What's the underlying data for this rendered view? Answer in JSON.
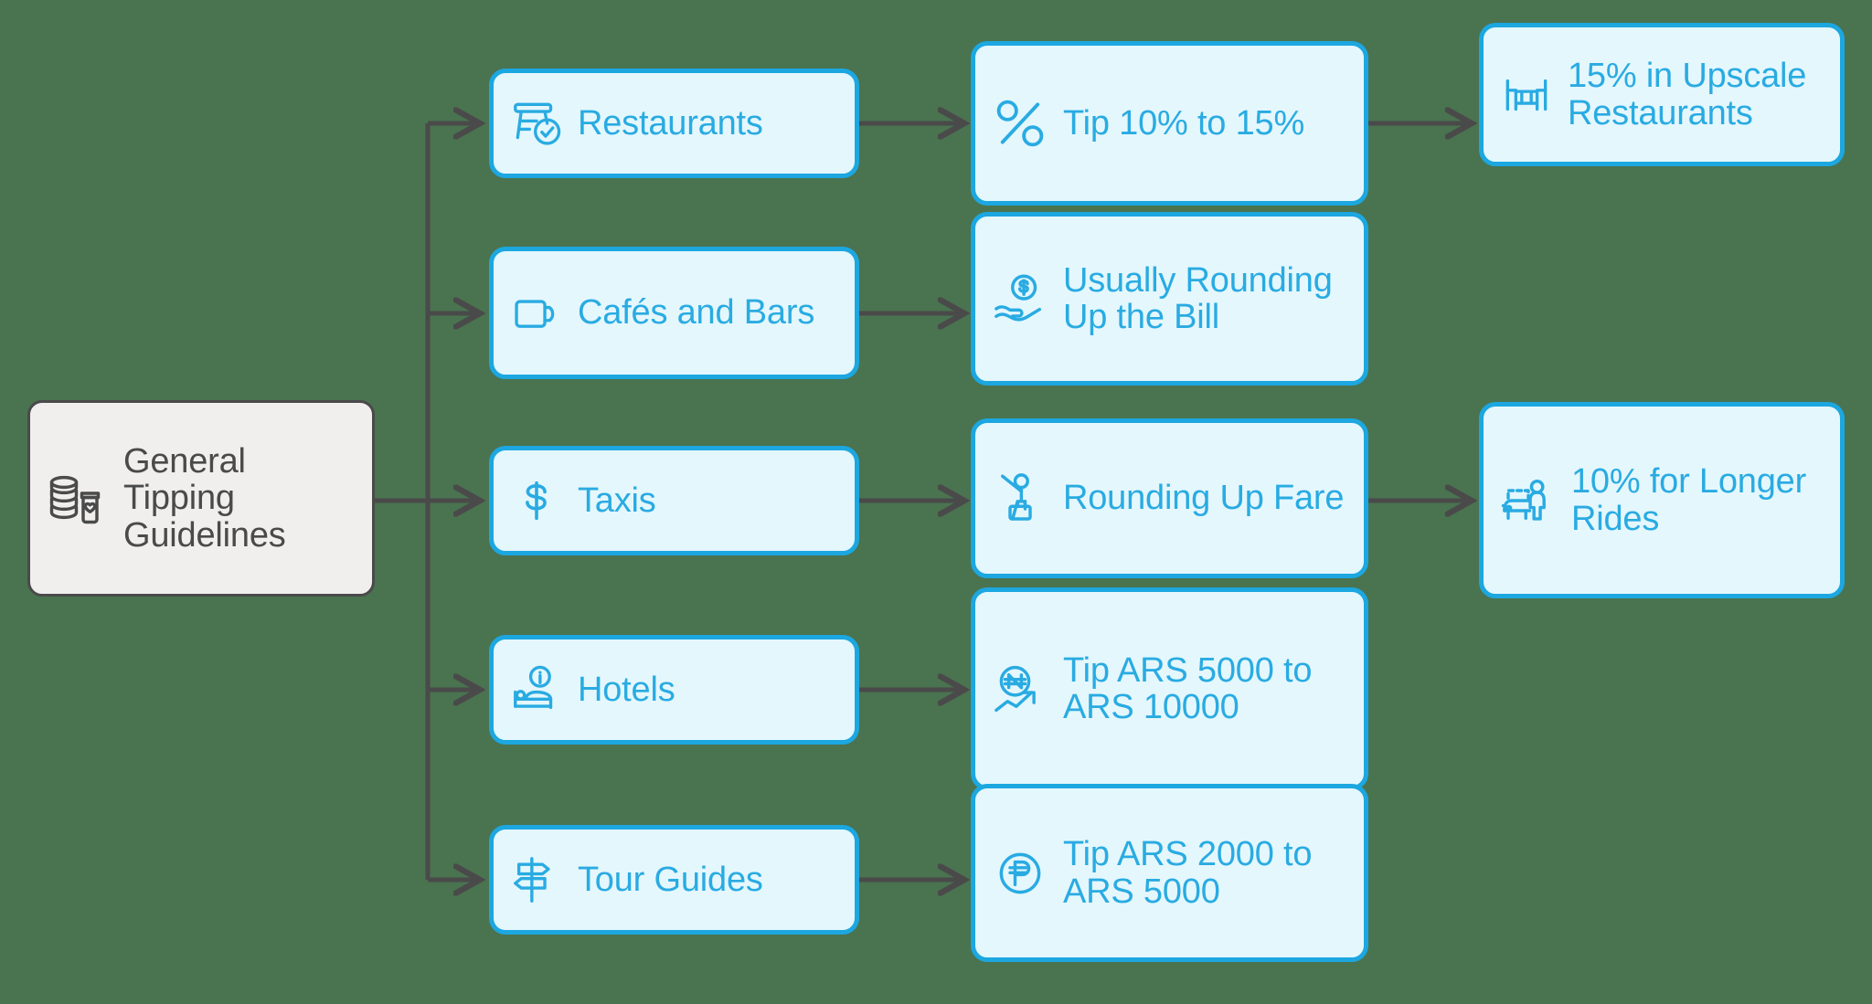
{
  "diagram": {
    "title": "General Tipping Guidelines flowchart",
    "type": "flowchart",
    "colors": {
      "background": "#4a7350",
      "root_fill": "#f0efee",
      "root_border": "#4a4a4a",
      "root_text": "#4a4a4a",
      "node_fill": "#e4f7fd",
      "node_border": "#1CA7E0",
      "node_text": "#29ABE2",
      "edge": "#4a4a4a"
    },
    "root": {
      "label": "General Tipping Guidelines",
      "icon": "coins-tip-jar-icon"
    },
    "categories": [
      {
        "id": "restaurants",
        "label": "Restaurants",
        "icon": "dining-table-check-icon"
      },
      {
        "id": "cafes",
        "label": "Cafés and Bars",
        "icon": "coffee-mug-icon"
      },
      {
        "id": "taxis",
        "label": "Taxis",
        "icon": "dollar-sign-icon"
      },
      {
        "id": "hotels",
        "label": "Hotels",
        "icon": "hotel-bed-info-icon"
      },
      {
        "id": "tourguides",
        "label": "Tour Guides",
        "icon": "signpost-icon"
      }
    ],
    "recommendations": [
      {
        "id": "rec-restaurants",
        "label": "Tip 10% to 15%",
        "icon": "percent-icon"
      },
      {
        "id": "rec-cafes",
        "label": "Usually Rounding Up the Bill",
        "icon": "hand-coin-icon"
      },
      {
        "id": "rec-taxis",
        "label": "Rounding Up Fare",
        "icon": "person-hailing-icon"
      },
      {
        "id": "rec-hotels",
        "label": "Tip ARS 5000 to ARS 10000",
        "icon": "currency-rising-arrow-icon"
      },
      {
        "id": "rec-tourguides",
        "label": "Tip ARS 2000 to ARS 5000",
        "icon": "peso-coin-icon"
      }
    ],
    "extras": [
      {
        "id": "extra-restaurants",
        "label": "15% in Upscale Restaurants",
        "icon": "table-chairs-icon"
      },
      {
        "id": "extra-taxis",
        "label": "10% for Longer Rides",
        "icon": "taxi-passenger-icon"
      }
    ]
  }
}
